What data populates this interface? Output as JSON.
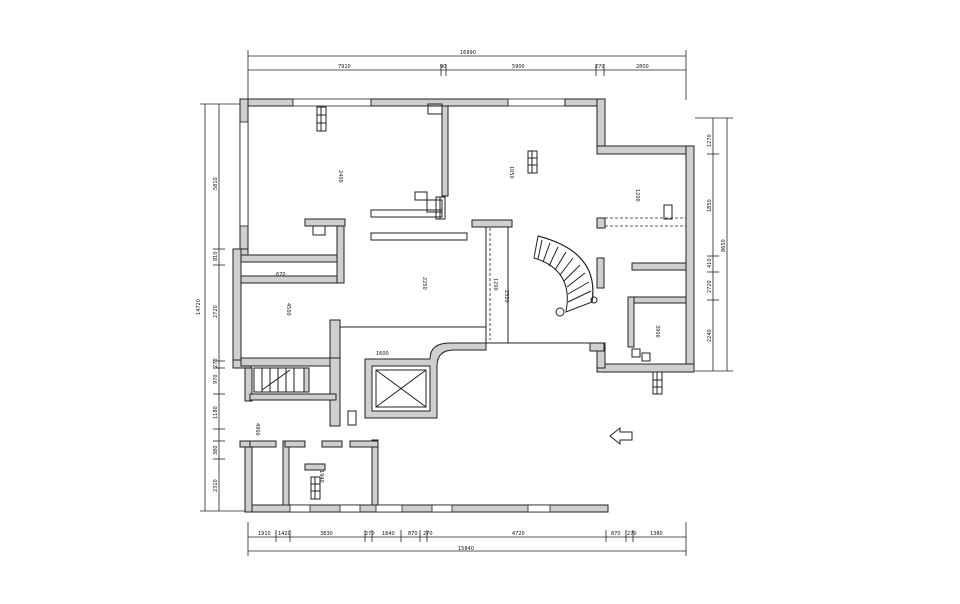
{
  "dimensions": {
    "top_total": "16990",
    "top_segments": [
      "7910",
      "90",
      "5900",
      "270",
      "2800"
    ],
    "bottom_total": "15840",
    "bottom_segments": [
      "1910",
      "1420",
      "3830",
      "270",
      "1840",
      "870",
      "270",
      "4720",
      "870",
      "270",
      "1380"
    ],
    "left_total": "14720",
    "left_segments": [
      "5810",
      "810",
      "2720",
      "270",
      "970",
      "1180",
      "380",
      "2310"
    ],
    "right_total": "8650",
    "right_segments": [
      "1270",
      "1850",
      "410",
      "2720",
      "2240"
    ]
  },
  "room_labels": {
    "r1": "2400",
    "r2": "1050",
    "r3": "2250",
    "r4": "4500",
    "r5": "1200",
    "r6": "2320",
    "r7": "1200",
    "r8": "3900",
    "r9": "670",
    "r10": "1600",
    "r11": "4900",
    "r12": "1940"
  },
  "colors": {
    "wall_fill": "#cfcfcf",
    "line": "#222222",
    "background": "#ffffff"
  },
  "icons": {
    "north_arrow": "north-arrow-icon"
  }
}
